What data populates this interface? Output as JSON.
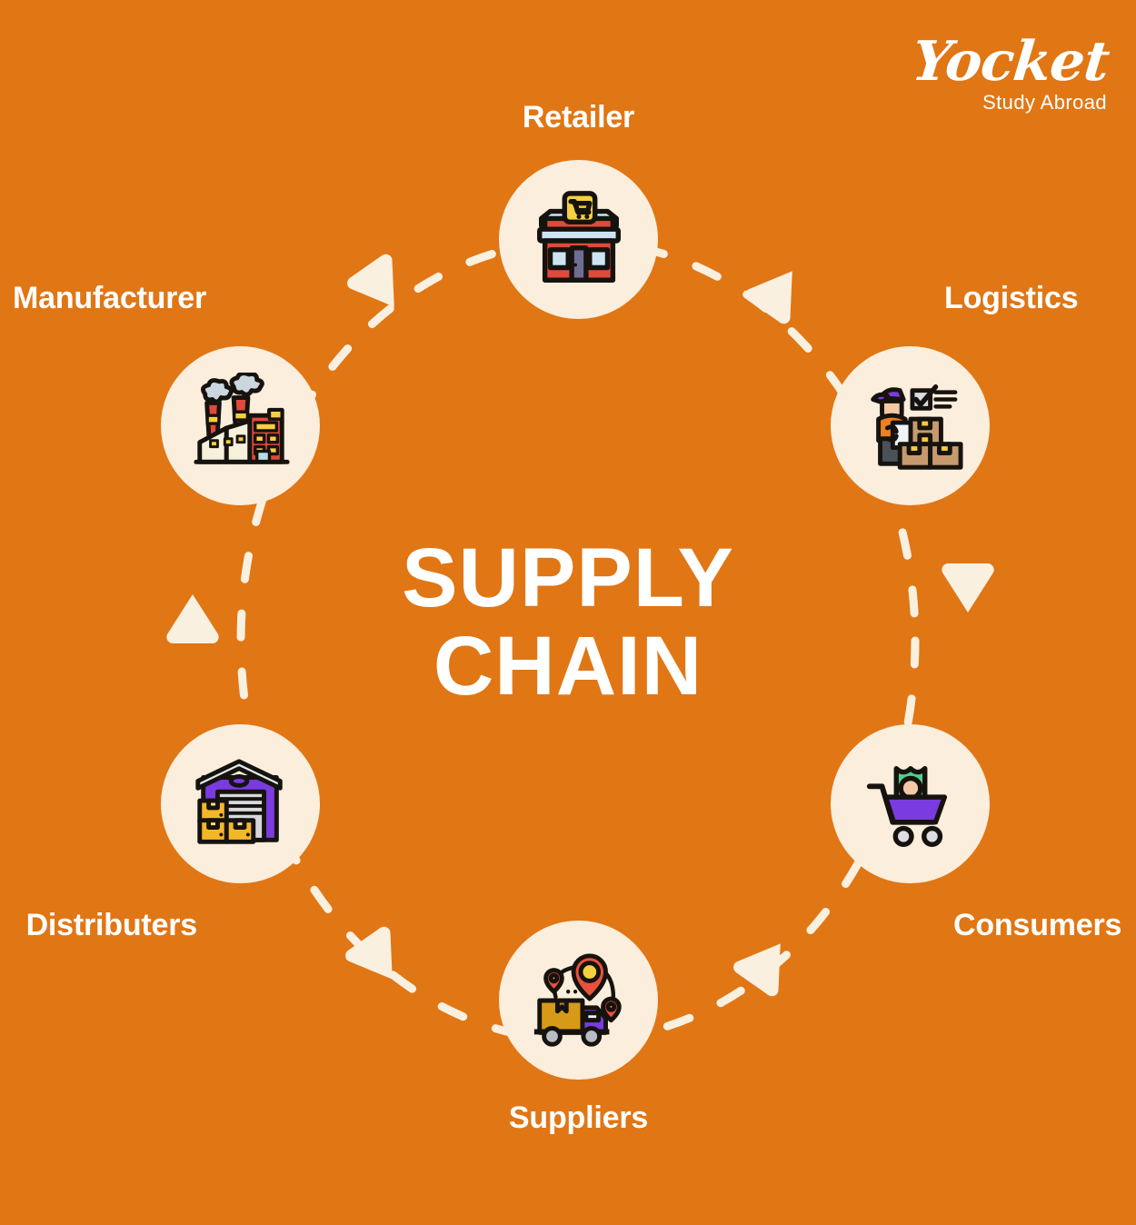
{
  "brand": {
    "name": "Yocket",
    "tagline": "Study Abroad"
  },
  "center": {
    "title_line1": "SUPPLY",
    "title_line2": "CHAIN"
  },
  "colors": {
    "background": "#E17615",
    "node_fill": "#FBEEDC",
    "text": "#FFFFFF",
    "dash": "#FAF0E0"
  },
  "nodes": [
    {
      "id": "retailer",
      "label": "Retailer",
      "icon": "storefront-icon",
      "label_position": "top"
    },
    {
      "id": "logistics",
      "label": "Logistics",
      "icon": "warehouse-worker-icon",
      "label_position": "top-right"
    },
    {
      "id": "consumers",
      "label": "Consumers",
      "icon": "shopping-cart-shield-icon",
      "label_position": "bottom-right"
    },
    {
      "id": "suppliers",
      "label": "Suppliers",
      "icon": "delivery-truck-icon",
      "label_position": "bottom"
    },
    {
      "id": "distributers",
      "label": "Distributers",
      "icon": "warehouse-icon",
      "label_position": "bottom-left"
    },
    {
      "id": "manufacturer",
      "label": "Manufacturer",
      "icon": "factory-icon",
      "label_position": "top-left"
    }
  ],
  "flow_arrows": [
    {
      "from": "manufacturer",
      "to": "retailer",
      "direction": "down-right"
    },
    {
      "from": "retailer",
      "to": "logistics",
      "direction": "up-right"
    },
    {
      "from": "logistics",
      "to": "consumers",
      "direction": "down"
    },
    {
      "from": "suppliers",
      "to": "consumers",
      "direction": "up-right"
    },
    {
      "from": "distributers",
      "to": "suppliers",
      "direction": "down-right"
    },
    {
      "from": "distributers",
      "to": "manufacturer",
      "direction": "up"
    }
  ]
}
